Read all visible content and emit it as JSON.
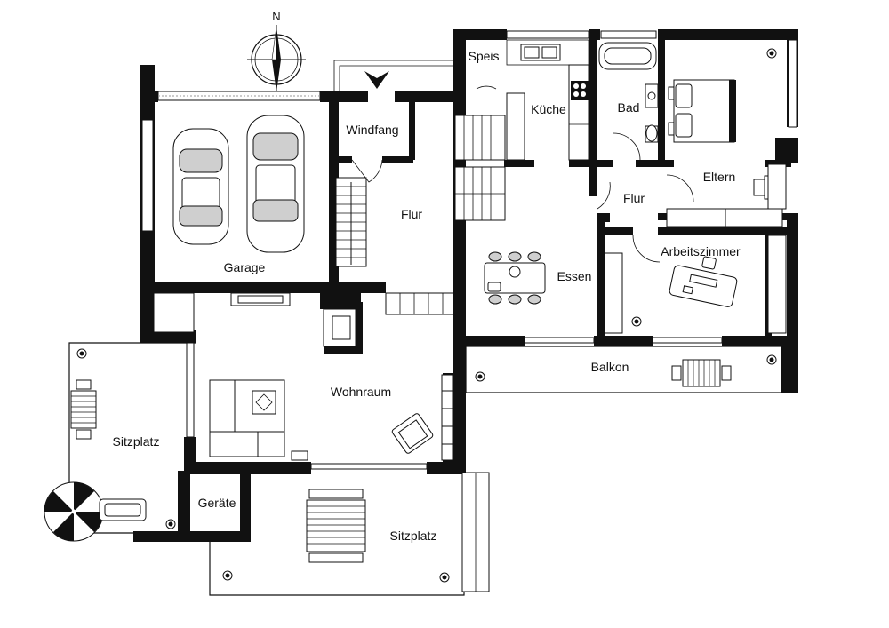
{
  "compass": {
    "label": "N"
  },
  "rooms": {
    "speis": "Speis",
    "kueche": "Küche",
    "bad": "Bad",
    "windfang": "Windfang",
    "flur_main": "Flur",
    "flur_east": "Flur",
    "eltern": "Eltern",
    "garage": "Garage",
    "essen": "Essen",
    "arbeitszimmer": "Arbeitszimmer",
    "balkon": "Balkon",
    "wohnraum": "Wohnraum",
    "sitzplatz_west": "Sitzplatz",
    "geraete": "Geräte",
    "sitzplatz_south": "Sitzplatz"
  },
  "colors": {
    "wall": "#111111",
    "background": "#ffffff",
    "fill_grey": "#cfcfcf"
  }
}
